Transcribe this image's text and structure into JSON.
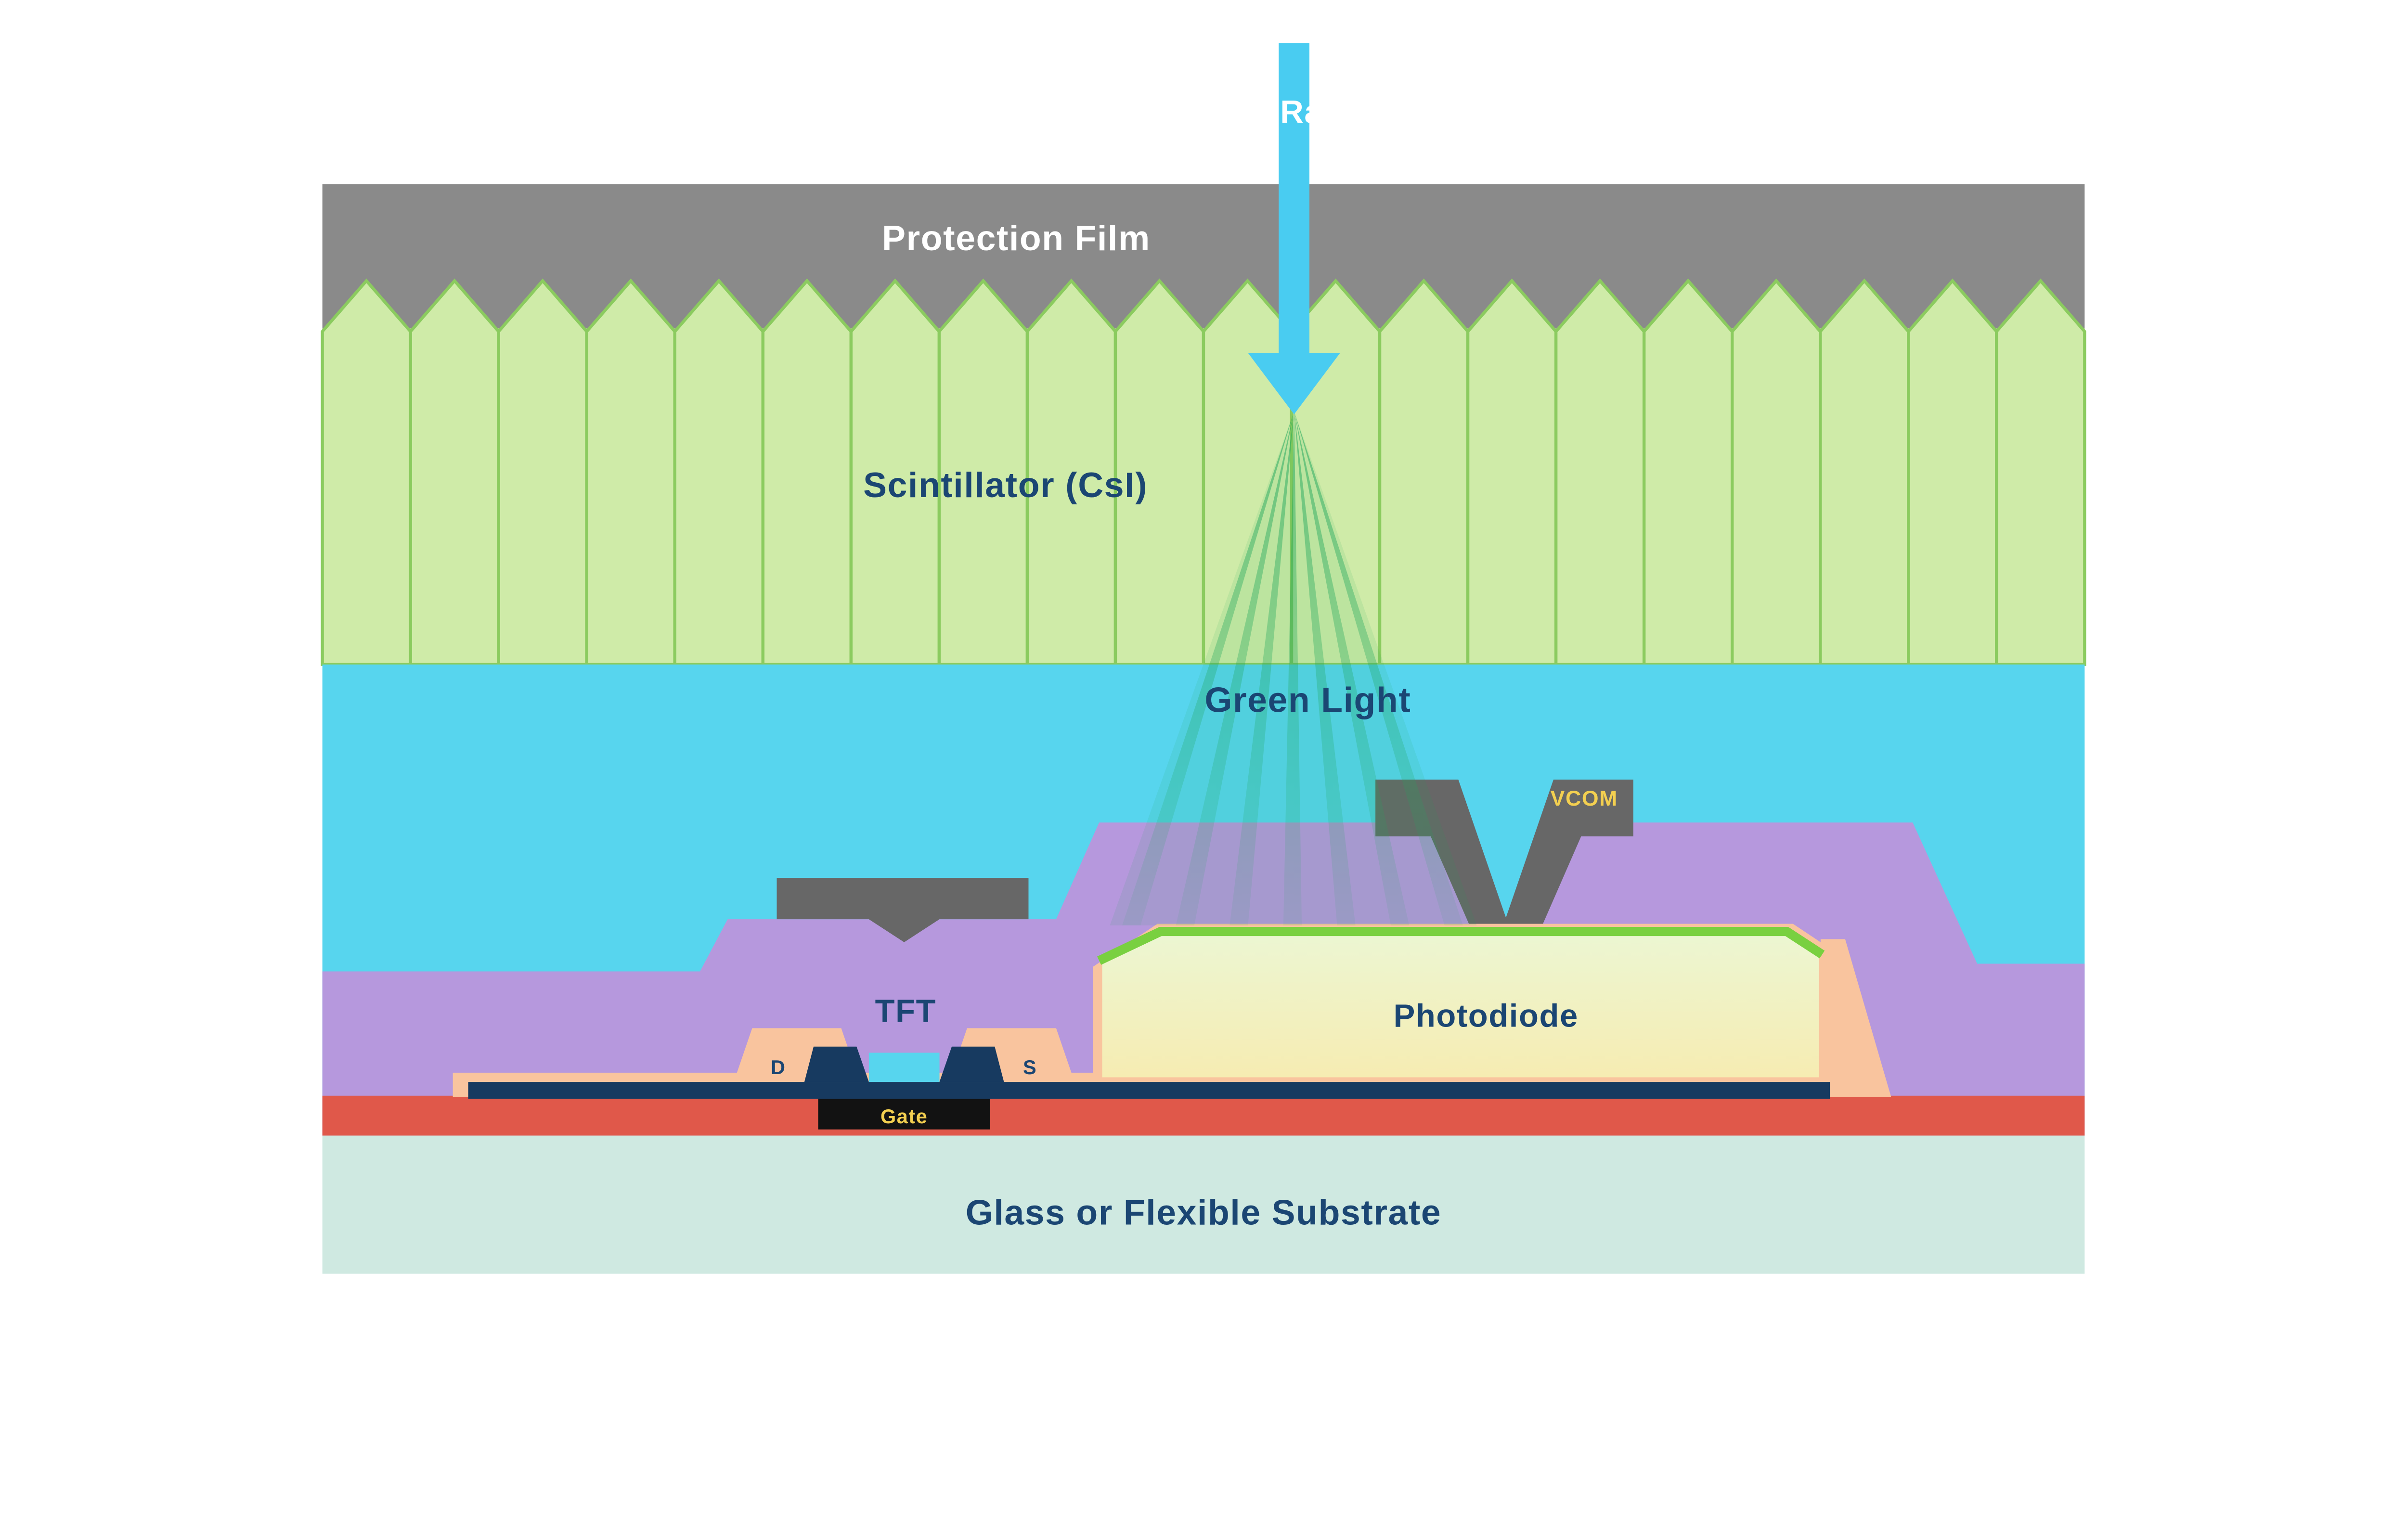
{
  "labels": {
    "xray": "X-Ray",
    "protection_film": "Protection Film",
    "scintillator": "Scintillator (CsI)",
    "green_light": "Green Light",
    "vcom": "VCOM",
    "tft": "TFT",
    "photodiode": "Photodiode",
    "drain": "D",
    "source": "S",
    "gate": "Gate",
    "substrate": "Glass or Flexible Substrate"
  },
  "scintillator": {
    "column_count": 20
  },
  "green_light": {
    "ray_count": 7
  },
  "colors": {
    "white": "#ffffff",
    "protection_gray": "#8a8a8a",
    "scint_fill": "#cfeba8",
    "scint_stroke": "#8bcb5f",
    "scint_base": "#b9e18c",
    "cyan": "#57d5ee",
    "arrow_cyan": "#49ccf1",
    "ray_green": "#1fa65c",
    "purple": "#b698dd",
    "electrode_gray": "#676767",
    "navy_text": "#1b4673",
    "pd_edge_green": "#79d040",
    "peach": "#f9c49e",
    "navy": "#173a60",
    "red": "#e0584a",
    "substrate_teal": "#cfe9e1",
    "gate_black": "#121212",
    "yellow": "#f3cf50"
  }
}
